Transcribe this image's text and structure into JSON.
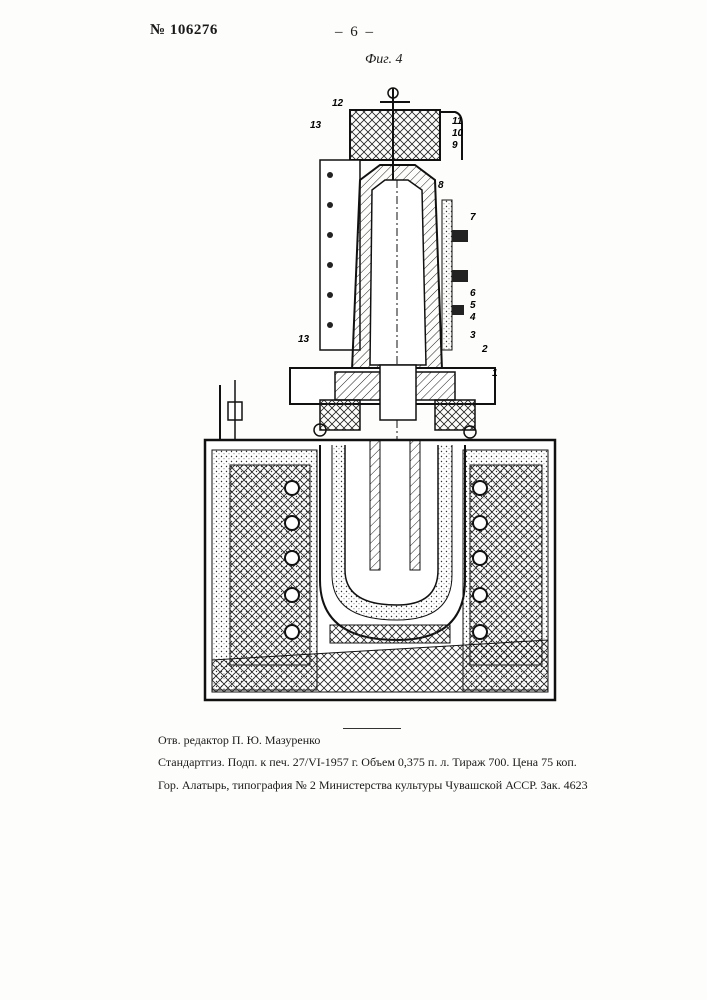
{
  "header": {
    "patent_number": "№ 106276",
    "page_number": "– 6 –",
    "figure_label": "Фиг. 4"
  },
  "drawing": {
    "callouts": [
      "12",
      "11",
      "10",
      "9",
      "8",
      "7",
      "6",
      "5",
      "4",
      "3",
      "2",
      "1",
      "13",
      "13"
    ]
  },
  "footer": {
    "editor_line": "Отв. редактор П. Ю. Мазуренко",
    "print_line": "Стандартгиз. Подп. к печ. 27/VI-1957 г. Объем 0,375 п. л. Тираж 700. Цена 75 коп.",
    "press_line": "Гор. Алатырь, типография № 2 Министерства культуры Чувашской АССР. Зак. 4623"
  }
}
